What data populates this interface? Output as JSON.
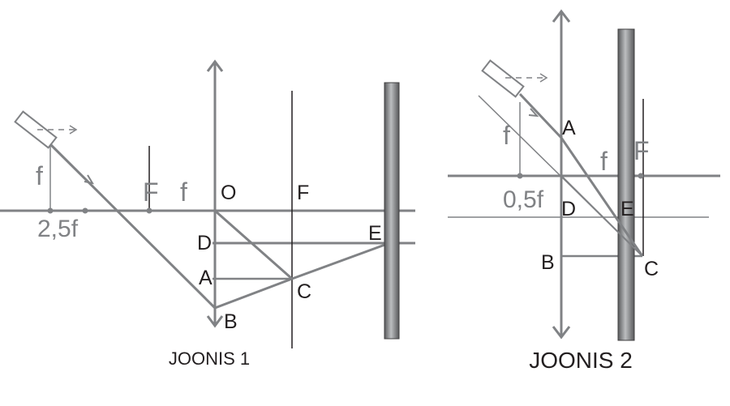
{
  "figure1": {
    "caption": "JOONIS 1",
    "labels": {
      "f_left": "f",
      "dist_left": "2,5f",
      "F_left": "F",
      "f_mid": "f",
      "O": "O",
      "F_right": "F",
      "D": "D",
      "A": "A",
      "B": "B",
      "C": "C",
      "E": "E"
    }
  },
  "figure2": {
    "caption": "JOONIS 2",
    "labels": {
      "f_left": "f",
      "A": "A",
      "f_mid": "f",
      "F": "F",
      "dist": "0,5f",
      "D": "D",
      "E": "E",
      "B": "B",
      "C": "C"
    }
  },
  "colors": {
    "ink": "#231f20",
    "ray": "#808285",
    "screen_dark": "#58595b",
    "screen_light": "#bcbec0"
  }
}
